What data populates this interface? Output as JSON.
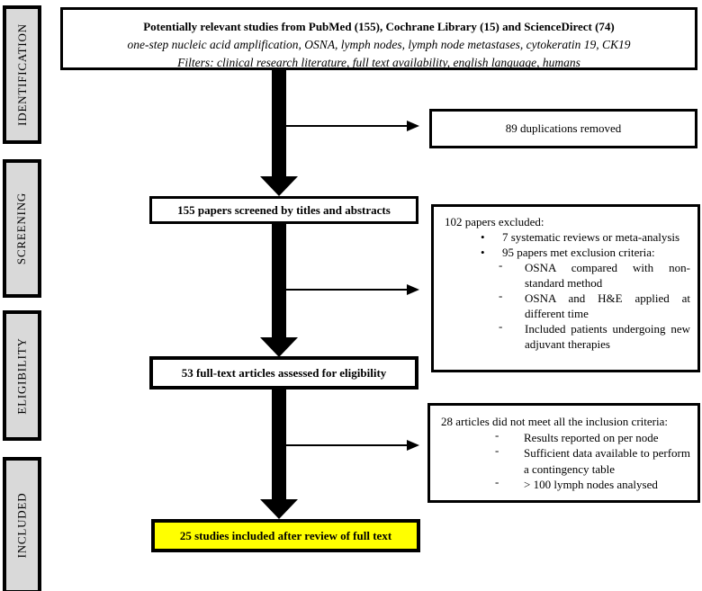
{
  "diagram": {
    "stages": [
      {
        "label": "IDENTIFICATION"
      },
      {
        "label": "SCREENING"
      },
      {
        "label": "ELIGIBILITY"
      },
      {
        "label": "INCLUDED"
      }
    ],
    "top_box": {
      "line1": "Potentially relevant studies from PubMed (155), Cochrane Library (15) and ScienceDirect (74)",
      "line2": "one-step nucleic acid amplification, OSNA, lymph nodes, lymph node metastases, cytokeratin 19, CK19",
      "line3": "Filters: clinical research literature, full text availability, english language, humans"
    },
    "flow": {
      "screened": "155 papers screened by titles and abstracts",
      "assessed": "53 full-text articles assessed for eligibility",
      "included": "25 studies included after review of full text"
    },
    "exclusions": {
      "duplications": "89 duplications removed",
      "screening": {
        "title": "102 papers excluded:",
        "bullet_marker": "•",
        "sub_marker": "-",
        "bullets": [
          "7 systematic reviews or meta-analysis",
          "95 papers met exclusion criteria:"
        ],
        "sub_bullets": [
          "OSNA compared with non-standard method",
          "OSNA and H&E applied at different time",
          "Included patients undergoing new adjuvant therapies"
        ]
      },
      "eligibility": {
        "title": "28 articles did not meet all the inclusion criteria:",
        "marker": "-",
        "items": [
          "Results reported on per node",
          "Sufficient data available to perform a contingency table",
          "> 100 lymph nodes analysed"
        ]
      }
    },
    "colors": {
      "highlight": "#ffff00",
      "stage_fill": "#d9d9d9",
      "line": "#000000",
      "box_bg": "#ffffff"
    }
  }
}
